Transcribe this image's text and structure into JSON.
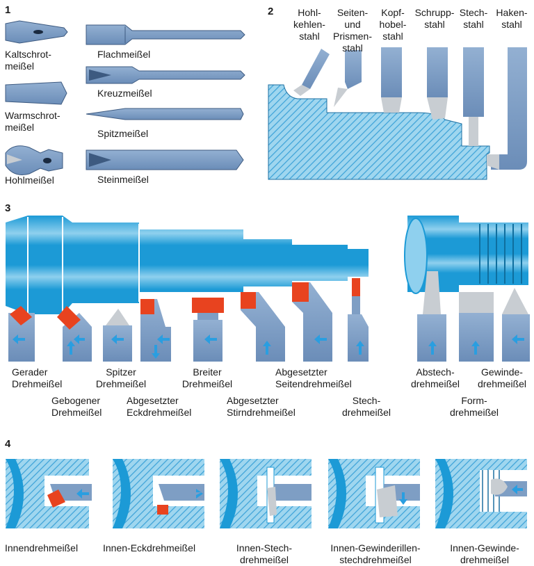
{
  "sections": {
    "s1": "1",
    "s2": "2",
    "s3": "3",
    "s4": "4"
  },
  "colors": {
    "tool": "#7e9ec4",
    "tool_dark": "#3d5a80",
    "work": "#1c9ad6",
    "work_light": "#9fd6ef",
    "hatch": "#3ea3d8",
    "cut_red": "#e8431f",
    "insert_gray": "#c8cdd2",
    "arrow": "#2a9ee0"
  },
  "section1": {
    "kaltschrot": "Kaltschrot-\nmeißel",
    "warmschrot": "Warmschrot-\nmeißel",
    "hohl": "Hohlmeißel",
    "flach": "Flachmeißel",
    "kreuz": "Kreuzmeißel",
    "spitz": "Spitzmeißel",
    "stein": "Steinmeißel"
  },
  "section2": {
    "hohlkehlen": "Hohl-\nkehlen-\nstahl",
    "seiten": "Seiten-\nund\nPrismen-\nstahl",
    "kopf": "Kopf-\nhobel-\nstahl",
    "schrupp": "Schrupp-\nstahl",
    "stech": "Stech-\nstahl",
    "haken": "Haken-\nstahl"
  },
  "section3": {
    "gerader": "Gerader\nDrehmeißel",
    "gebogener": "Gebogener\nDrehmeißel",
    "spitzer": "Spitzer\nDrehmeißel",
    "eck": "Abgesetzter\nEckdrehmeißel",
    "breiter": "Breiter\nDrehmeißel",
    "stirn": "Abgesetzter\nStirndrehmeißel",
    "seiten": "Abgesetzter\nSeitendrehmeißel",
    "stech": "Stech-\ndrehmeißel",
    "abstech": "Abstech-\ndrehmeißel",
    "gewinde": "Gewinde-\ndrehmeißel",
    "form": "Form-\ndrehmeißel"
  },
  "section4": {
    "innen": "Innendrehmeißel",
    "innen_eck": "Innen-Eckdrehmeißel",
    "innen_stech": "Innen-Stech-\ndrehmeißel",
    "innen_gewinderillen": "Innen-Gewinderillen-\nstechdrehmeißel",
    "innen_gewinde": "Innen-Gewinde-\ndrehmeißel"
  }
}
